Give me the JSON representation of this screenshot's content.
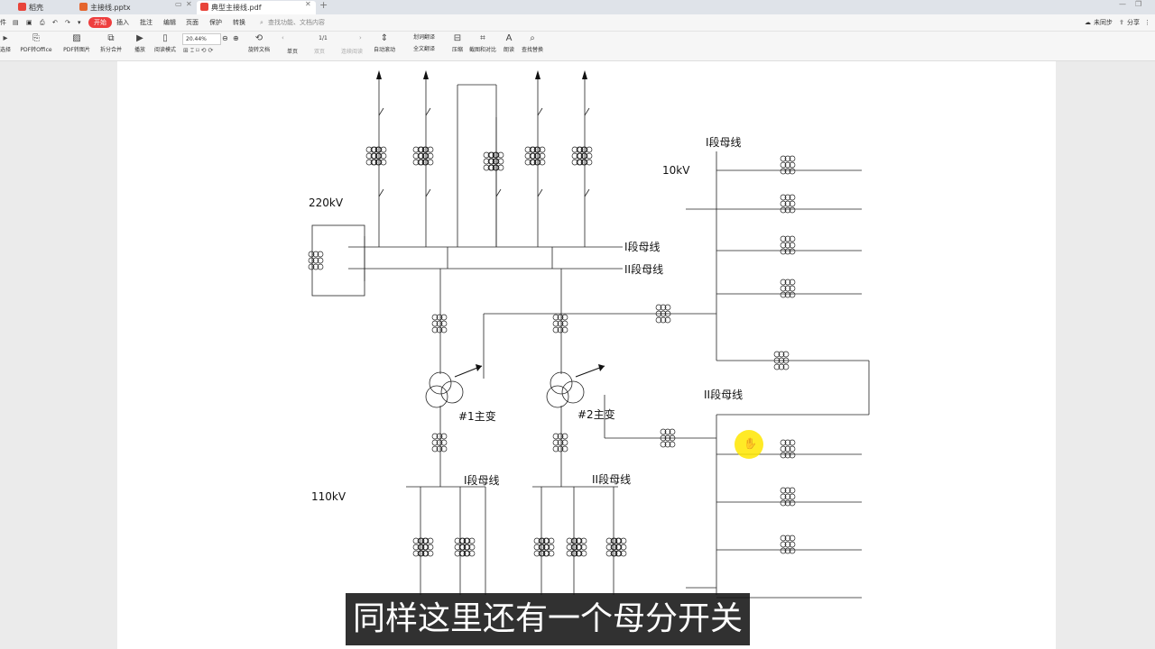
{
  "tabs": [
    {
      "label": "稻壳",
      "color": "#e8443a"
    },
    {
      "label": "主接线.pptx",
      "color": "#e5652e"
    },
    {
      "label": "典型主接线.pdf",
      "color": "#e8443a"
    }
  ],
  "menu": {
    "file": "件",
    "items": [
      "开始",
      "插入",
      "批注",
      "编辑",
      "页面",
      "保护",
      "转换"
    ],
    "search_placeholder": "查找功能、文档内容",
    "sync": "未同步",
    "share": "分享"
  },
  "toolbar": {
    "items": [
      {
        "icon": "select-icon",
        "label": "选择"
      },
      {
        "icon": "pdf-to-office-icon",
        "label": "PDF转Office"
      },
      {
        "icon": "pdf-to-image-icon",
        "label": "PDF转图片"
      },
      {
        "icon": "split-merge-icon",
        "label": "拆分合并"
      },
      {
        "icon": "play-icon",
        "label": "播放"
      },
      {
        "icon": "read-mode-icon",
        "label": "阅读模式"
      }
    ],
    "zoom": "20.44%",
    "page": "1/1",
    "rotate_label": "旋转文档",
    "single_page": "单页",
    "double_page": "双页",
    "continuous": "连续阅读",
    "auto_scroll": "自动滚动",
    "translate": "划词翻译",
    "full_translate": "全文翻译",
    "compress": "压缩",
    "screenshot": "截图和对比",
    "read_aloud": "朗读",
    "find_replace": "查找替换"
  },
  "diagram": {
    "label_220kv": "220kV",
    "label_10kv": "10kV",
    "label_110kv": "110kV",
    "bus_i_220": "I段母线",
    "bus_ii_220": "II段母线",
    "bus_i_10": "I段母线",
    "bus_ii_10": "II段母线",
    "bus_i_110": "I段母线",
    "bus_ii_110": "II段母线",
    "transformer_1": "#1主变",
    "transformer_2": "#2主变"
  },
  "subtitle": "同样这里还有一个母分开关"
}
